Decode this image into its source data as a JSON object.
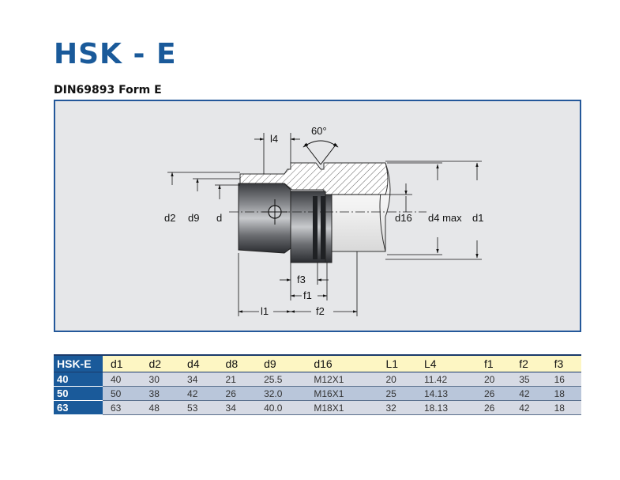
{
  "title": "HSK - E",
  "subtitle": "DIN69893 Form E",
  "diagram": {
    "angle_label": "60°",
    "labels": {
      "l4": "l4",
      "d2": "d2",
      "d9": "d9",
      "d": "d",
      "d16": "d16",
      "d4max": "d4 max",
      "d1": "d1",
      "f3": "f3",
      "f1": "f1",
      "l1": "l1",
      "f2": "f2"
    }
  },
  "table": {
    "columns": [
      "HSK-E",
      "d1",
      "d2",
      "d4",
      "d8",
      "d9",
      "d16",
      "L1",
      "L4",
      "f1",
      "f2",
      "f3"
    ],
    "rows": [
      [
        "40",
        "40",
        "30",
        "34",
        "21",
        "25.5",
        "M12X1",
        "20",
        "11.42",
        "20",
        "35",
        "16"
      ],
      [
        "50",
        "50",
        "38",
        "42",
        "26",
        "32.0",
        "M16X1",
        "25",
        "14.13",
        "26",
        "42",
        "18"
      ],
      [
        "63",
        "63",
        "48",
        "53",
        "34",
        "40.0",
        "M18X1",
        "32",
        "18.13",
        "26",
        "42",
        "18"
      ]
    ]
  }
}
